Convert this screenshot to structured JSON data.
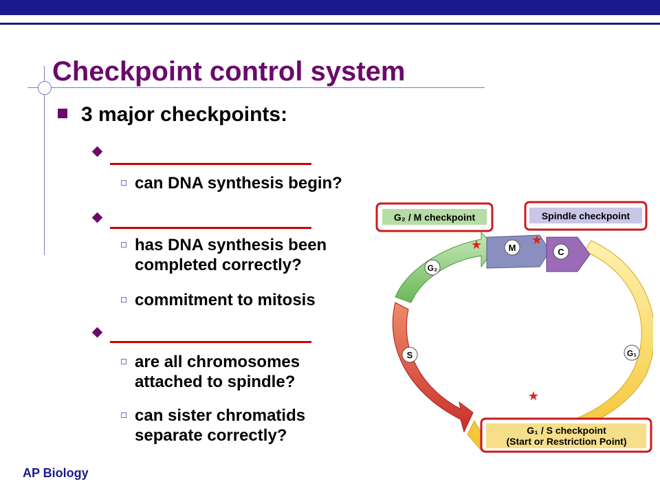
{
  "slide": {
    "title": "Checkpoint control system",
    "bullet_main": "3 major checkpoints:",
    "groups": [
      {
        "subs": [
          "can DNA synthesis begin?"
        ]
      },
      {
        "subs": [
          "has DNA synthesis been",
          "completed correctly?",
          "commitment to mitosis"
        ]
      },
      {
        "subs": [
          "are all chromosomes",
          "attached to spindle?",
          "can sister chromatids",
          "separate correctly?"
        ]
      }
    ],
    "footer": "AP Biology"
  },
  "diagram": {
    "g2m_label": "G₂ / M checkpoint",
    "spindle_label": "Spindle checkpoint",
    "g1s_label_line1": "G₁ / S checkpoint",
    "g1s_label_line2": "(Start or Restriction Point)",
    "phase_labels": {
      "m": "M",
      "c": "C",
      "g2": "G₂",
      "s": "S",
      "g1": "G₁"
    },
    "colors": {
      "g1": "#f4c430",
      "s": "#d9402f",
      "g2": "#7cc36a",
      "m": "#8a8fc0",
      "c": "#9b6bb8",
      "label_box_border": "#cc1a1a",
      "star": "#e02020",
      "title": "#6b0a6b",
      "footer": "#1a1a8c"
    }
  }
}
